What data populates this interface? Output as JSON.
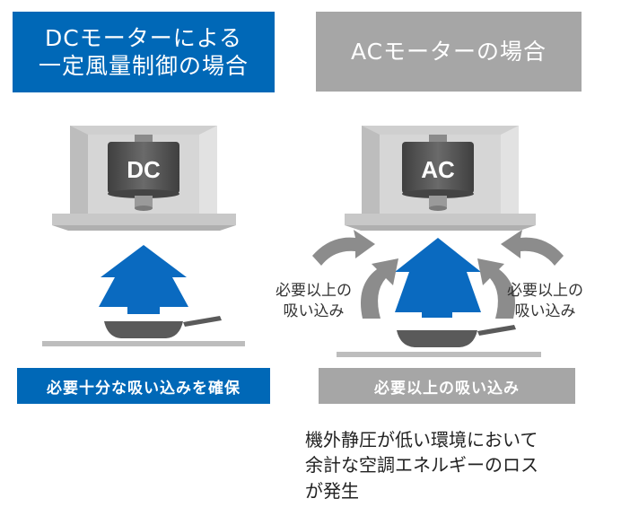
{
  "colors": {
    "dc_blue": "#0068b7",
    "ac_gray": "#a6a6a6",
    "hood_light": "#d9d9d9",
    "hood_mid": "#c4c4c4",
    "motor_dark": "#555555",
    "arrow_blue": "#0a6ac0",
    "arrow_gray": "#8c8c8c",
    "pan": "#5a5a5a"
  },
  "dc": {
    "title_line1": "DCモーターによる",
    "title_line2": "一定風量制御の場合",
    "motor_label": "DC",
    "caption": "必要十分な吸い込みを確保"
  },
  "ac": {
    "title": "ACモーターの場合",
    "motor_label": "AC",
    "side_left_line1": "必要以上の",
    "side_left_line2": "吸い込み",
    "side_right_line1": "必要以上の",
    "side_right_line2": "吸い込み",
    "caption": "必要以上の吸い込み"
  },
  "note": {
    "line1": "機外静圧が低い環境において",
    "line2": "余計な空調エネルギーのロス",
    "line3": "が発生"
  },
  "icons": [
    "range-hood-icon",
    "motor-icon",
    "airflow-arrow-icon",
    "frying-pan-icon"
  ]
}
